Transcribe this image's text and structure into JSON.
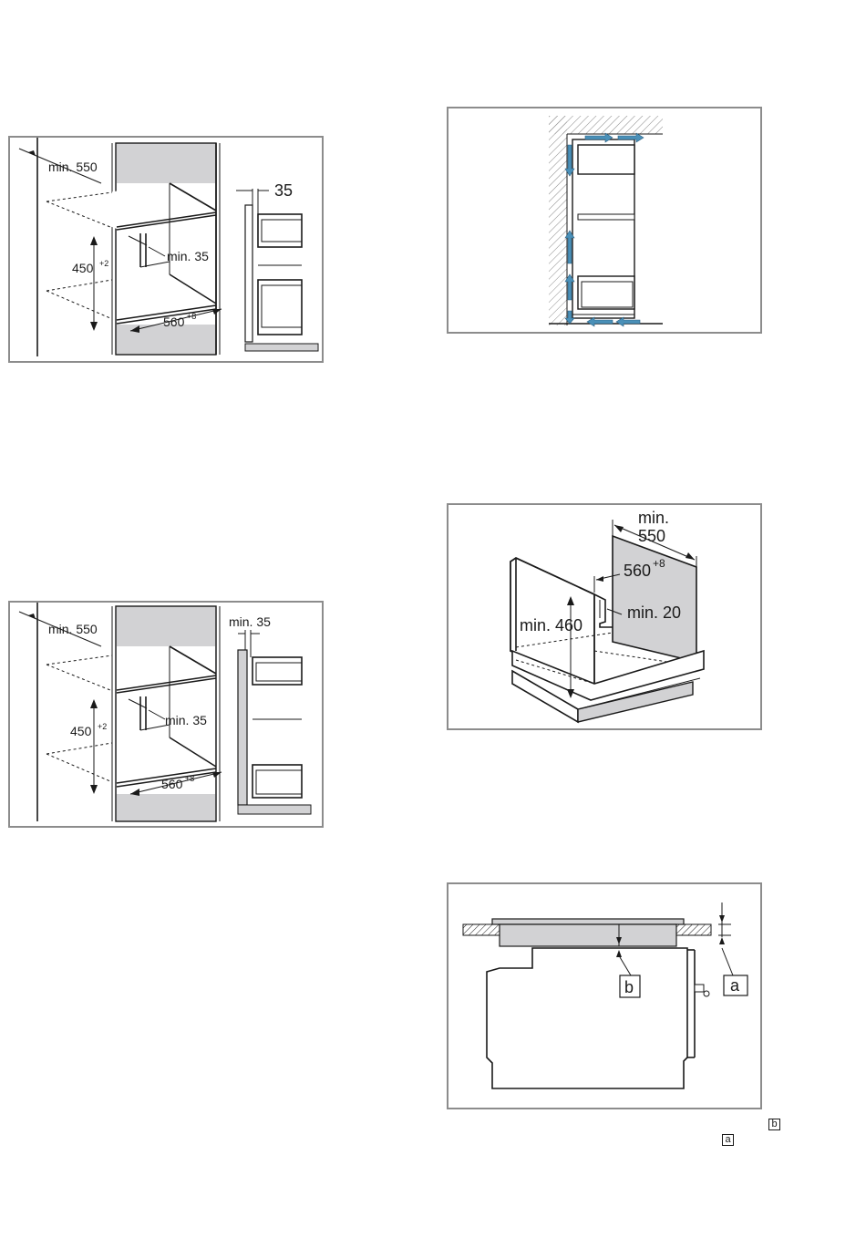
{
  "panel_top_left": {
    "dim_depth": "min. 550",
    "dim_height_base": "450",
    "dim_height_sup": "+2",
    "dim_gap": "min. 35",
    "dim_width_base": "560",
    "dim_width_sup": "+8",
    "dim_side": "35"
  },
  "panel_bottom_left": {
    "dim_depth": "min. 550",
    "dim_height_base": "450",
    "dim_height_sup": "+2",
    "dim_gap": "min. 35",
    "dim_width_base": "560",
    "dim_width_sup": "+8",
    "dim_side": "min. 35"
  },
  "panel_ventilation": {
    "arrow_color": "#4a90b8"
  },
  "panel_cabinet": {
    "dim_depth_line1": "min.",
    "dim_depth_line2": "550",
    "dim_width_base": "560",
    "dim_width_sup": "+8",
    "dim_height": "min. 460",
    "dim_gap": "min. 20"
  },
  "panel_worktop": {
    "callout_b": "b",
    "callout_a": "a"
  },
  "footer": {
    "callout_b": "b",
    "callout_a": "a"
  }
}
